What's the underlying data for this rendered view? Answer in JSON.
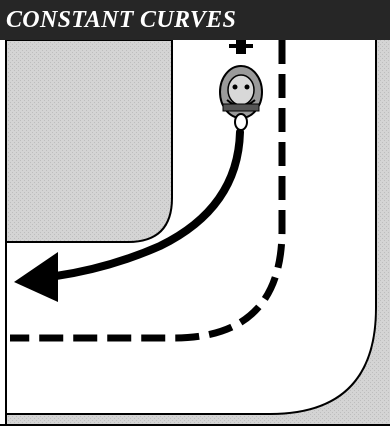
{
  "figure": {
    "title": "CONSTANT CURVES",
    "colors": {
      "title_bar": "#262626",
      "title_text": "#ffffff",
      "road": "#ffffff",
      "curb_fill": "#cfcfcf",
      "line": "#000000"
    },
    "elements": {
      "vehicle": "motorcycle-rider-icon",
      "path_arrow": "curved-arrow-left",
      "lane_marking": "dashed-centerline"
    }
  }
}
